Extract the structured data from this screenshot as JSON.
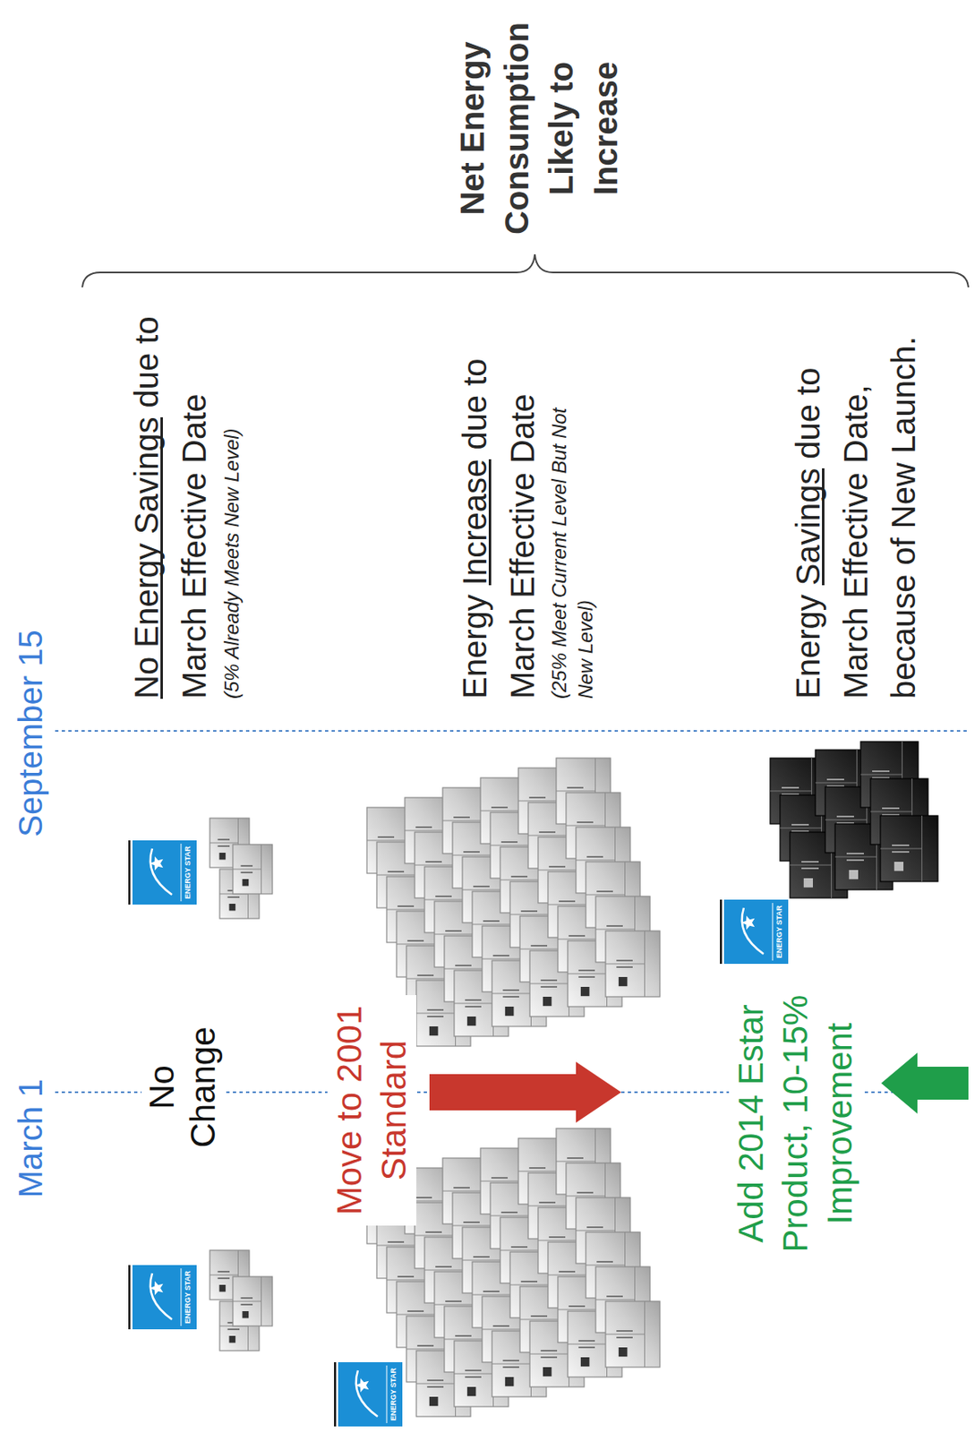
{
  "diagram": {
    "labels": [
      "March 1",
      "September 15",
      "ENERGY STAR",
      "No Change",
      "ENERGY STAR",
      "No Energy Savings due to March Effective Date",
      "(5% Already Meets New Level)",
      "ENERGY STAR",
      "Move to 2001 Standard",
      "Energy Increase due to March Effective Date",
      "(25% Meet Current Level But Not New Level)",
      "Add 2014 Estar Product, 10-15% Improvement",
      "ENERGY STAR",
      "Energy Savings due to March Effective Date, because of New Launch.",
      "Net Energy Consumption Likely to Increase"
    ]
  }
}
